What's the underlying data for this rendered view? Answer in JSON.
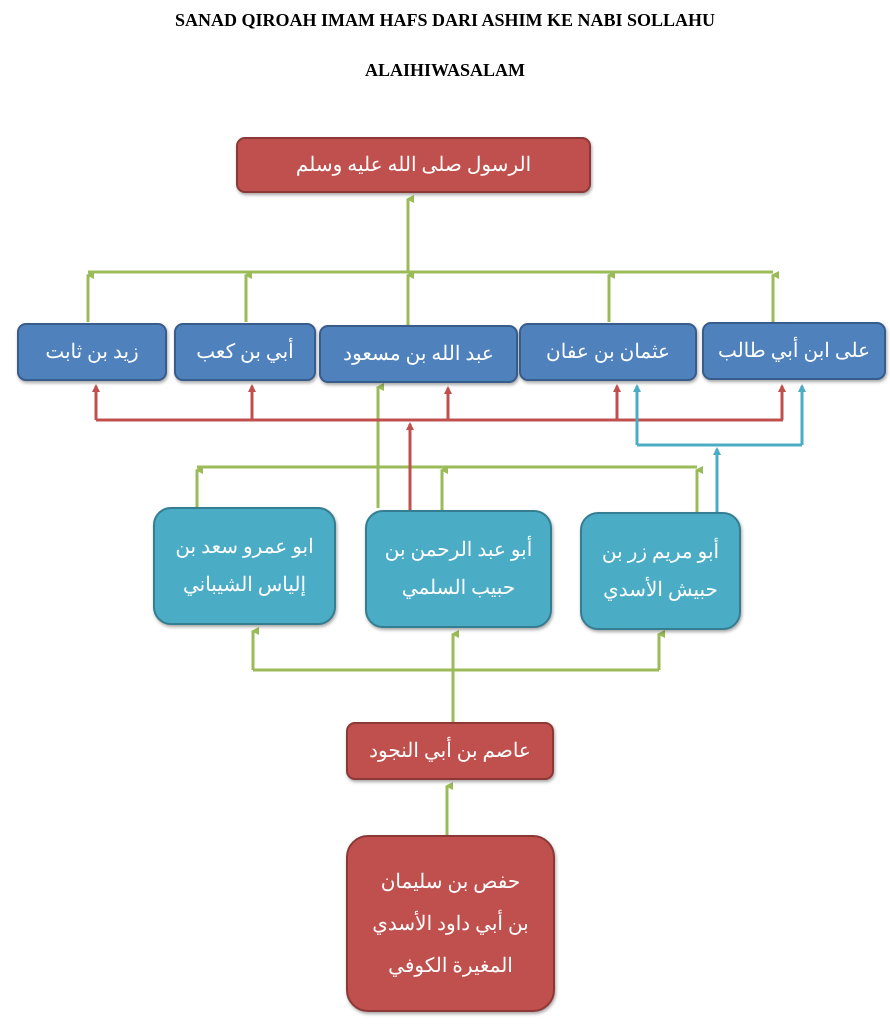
{
  "title": {
    "line1": "SANAD QIROAH IMAM HAFS DARI ASHIM KE NABI SOLLAHU",
    "line2": "ALAIHIWASALAM"
  },
  "nodes": {
    "prophet": "الرسول صلى الله عليه وسلم",
    "zaid": "زيد بن ثابت",
    "ubay": "أبي بن كعب",
    "ibn_masud": "عبد الله بن مسعود",
    "uthman": "عثمان بن عفان",
    "ali": "على ابن أبي طالب",
    "abu_amr": "ابو عمرو سعد بن\nإلياس الشيباني",
    "sulami": "أبو عبد الرحمن بن\nحبيب السلمي",
    "zirr": "أبو مريم زر بن\nحبيش الأسدي",
    "asim": "عاصم بن أبي النجود",
    "hafs": "حفص بن سليمان\nبن أبي داود الأسدي\nالمغيرة الكوفي"
  },
  "colors": {
    "red": "#c0504d",
    "blue": "#4f81bd",
    "teal": "#4bacc6",
    "green": "#9bbb59",
    "cyan": "#4bacc6"
  }
}
